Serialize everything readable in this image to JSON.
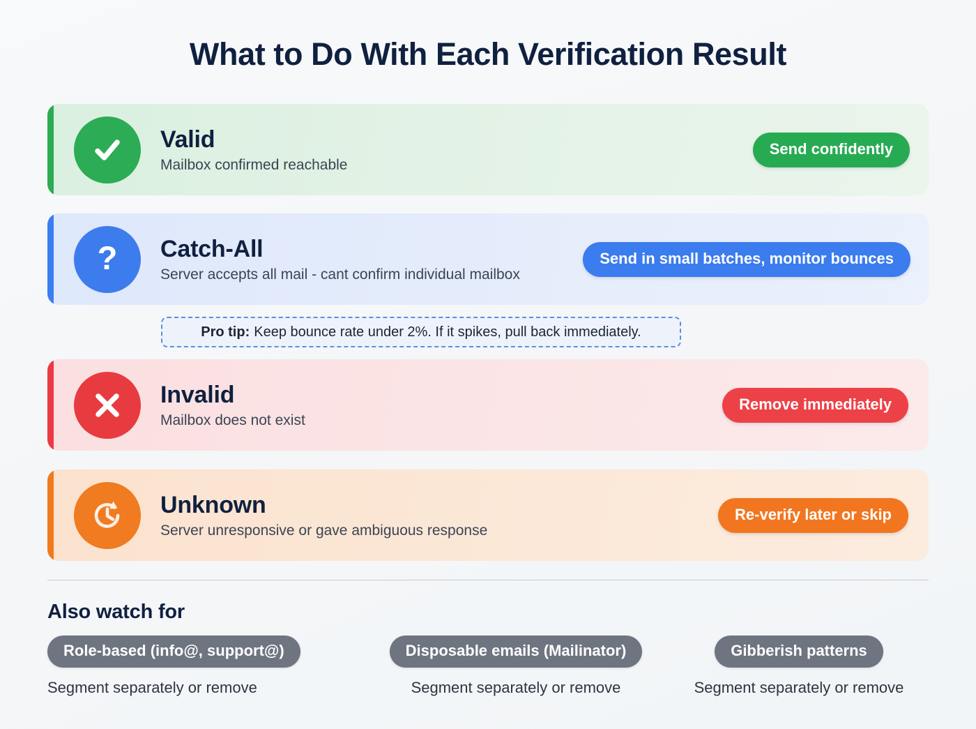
{
  "page": {
    "title": "What to Do With Each Verification Result",
    "background": "#f4f6f8"
  },
  "results": [
    {
      "id": "valid",
      "icon": "check-circle-icon",
      "title": "Valid",
      "description": "Mailbox confirmed reachable",
      "action": "Send confidently",
      "accent_color": "#2cab53",
      "background_color": "#e3f2e6"
    },
    {
      "id": "catch-all",
      "icon": "question-mark-circle-icon",
      "title": "Catch-All",
      "description": "Server accepts all mail - cant confirm individual mailbox",
      "action": "Send in small batches, monitor bounces",
      "accent_color": "#3b7ef0",
      "background_color": "#e4ecfb"
    },
    {
      "id": "invalid",
      "icon": "x-circle-icon",
      "title": "Invalid",
      "description": "Mailbox does not exist",
      "action": "Remove immediately",
      "accent_color": "#ec3a44",
      "background_color": "#fbe4e5"
    },
    {
      "id": "unknown",
      "icon": "clock-rotate-icon",
      "title": "Unknown",
      "description": "Server unresponsive or gave ambiguous response",
      "action": "Re-verify later or skip",
      "accent_color": "#f07b1e",
      "background_color": "#fbe7d6"
    }
  ],
  "protip": {
    "label": "Pro tip:",
    "text": "Keep bounce rate under 2%. If it spikes, pull back immediately.",
    "border_color": "#5b8fe0"
  },
  "footer": {
    "heading": "Also watch for",
    "items": [
      {
        "pill": "Role-based (info@, support@)",
        "note": "Segment separately or remove"
      },
      {
        "pill": "Disposable emails (Mailinator)",
        "note": "Segment separately or remove"
      },
      {
        "pill": "Gibberish patterns",
        "note": "Segment separately or remove"
      }
    ],
    "pill_color": "#6e7480"
  }
}
